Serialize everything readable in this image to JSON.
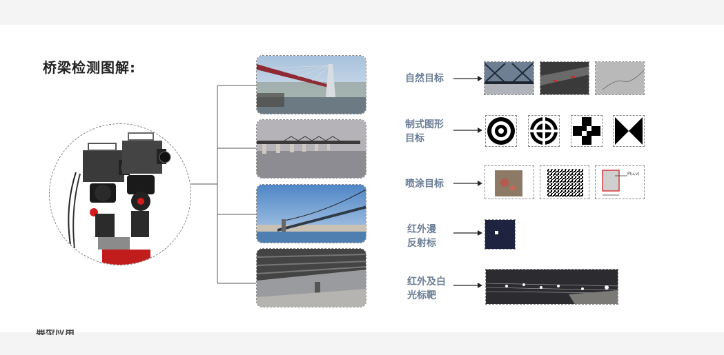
{
  "title": "桥梁检测图解:",
  "categories": [
    {
      "line1": "自然目标",
      "line2": ""
    },
    {
      "line1": "制式图形",
      "line2": "目标"
    },
    {
      "line1": "喷涂目标",
      "line2": ""
    },
    {
      "line1": "红外漫",
      "line2": "反射标"
    },
    {
      "line1": "红外及白",
      "line2": "光标靶"
    }
  ],
  "speckle_annotation": "P(u,v)",
  "cut_off_text": "典型应用",
  "colors": {
    "label": "#6a7d96",
    "background": "#f4f4f4",
    "panel": "#ffffff",
    "bridge_red": "#a0303a"
  },
  "icons": [
    "dic-camera-photo",
    "bridge-photo",
    "concentric-rings-target",
    "crosshair-target",
    "checker-cross-target",
    "bowtie-target",
    "speckle-target",
    "infrared-marker",
    "white-light-markers"
  ]
}
